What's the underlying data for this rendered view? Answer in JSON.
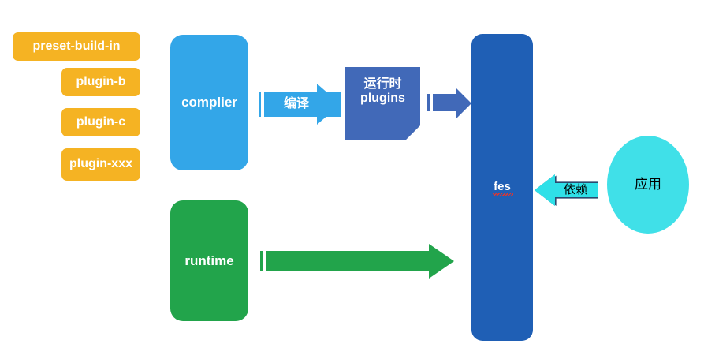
{
  "diagram": {
    "title": "fes architecture diagram",
    "colors": {
      "orange": "#f5b323",
      "light_blue": "#33a6e8",
      "mid_blue": "#4169b8",
      "dark_blue": "#1f5fb5",
      "green": "#22a44b",
      "cyan": "#2fe0e8",
      "cyan_fill": "#40e0e8",
      "white": "#ffffff",
      "black": "#000000",
      "spellcheck_red": "#e8342a"
    },
    "plugins": [
      {
        "label": "preset-build-in"
      },
      {
        "label": "plugin-b"
      },
      {
        "label": "plugin-c"
      },
      {
        "label": "plugin-xxx"
      }
    ],
    "nodes": {
      "complier": "complier",
      "runtime": "runtime",
      "runtime_plugins_line1": "运行时",
      "runtime_plugins_line2": "plugins",
      "fes": "fes",
      "app": "应用"
    },
    "arrows": {
      "compile": "编译",
      "compile_to_fes": "",
      "runtime_to_fes": "",
      "depend": "依赖"
    }
  }
}
